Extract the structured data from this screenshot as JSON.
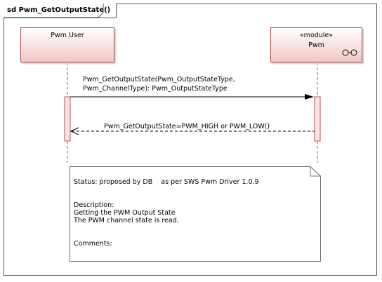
{
  "frame": {
    "title": "sd Pwm_GetOutputState()"
  },
  "lifelines": {
    "user": {
      "name": "Pwm User"
    },
    "module": {
      "stereotype": "«module»",
      "name": "Pwm",
      "icon": "component-icon"
    }
  },
  "messages": {
    "call": {
      "line1": "Pwm_GetOutputState(Pwm_OutputStateType,",
      "line2": "Pwm_ChannelType): Pwm_OutputStateType"
    },
    "reply": {
      "text": "Pwm_GetOutputState=PWM_HIGH or PWM_LOW()"
    }
  },
  "note": {
    "status": "Status: proposed by DB    as per SWS Pwm Driver 1.0.9",
    "description_label": "Description:",
    "description_line1": "Getting the PWM Output State",
    "description_line2": "The PWM channel state is read.",
    "comments_label": "Comments:"
  },
  "colors": {
    "lifeline_border": "#b05050",
    "lifeline_fill": "#f3c7c7",
    "activation_fill": "#fbe3e3"
  }
}
